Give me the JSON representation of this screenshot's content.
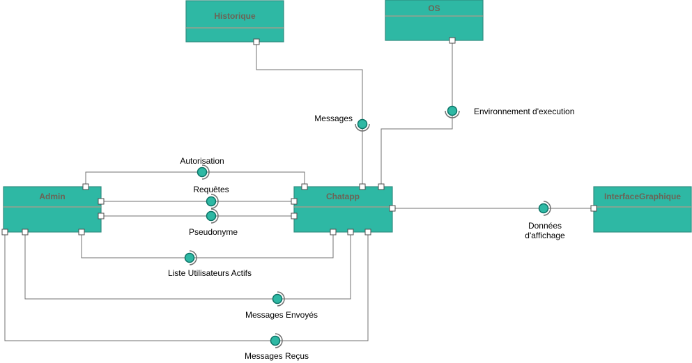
{
  "diagram": {
    "components": {
      "historique": {
        "label": "Historique"
      },
      "os": {
        "label": "OS"
      },
      "admin": {
        "label": "Admin"
      },
      "chatapp": {
        "label": "Chatapp"
      },
      "interface_graphique": {
        "label": "InterfaceGraphique"
      }
    },
    "interfaces": {
      "messages": {
        "label": "Messages"
      },
      "environnement_execution": {
        "label": "Environnement d'execution"
      },
      "autorisation": {
        "label": "Autorisation"
      },
      "requetes": {
        "label": "Requêtes"
      },
      "pseudonyme": {
        "label": "Pseudonyme"
      },
      "liste_utilisateurs_actifs": {
        "label": "Liste Utilisateurs Actifs"
      },
      "messages_envoyes": {
        "label": "Messages Envoyés"
      },
      "messages_recus": {
        "label": "Messages Reçus"
      },
      "donnees_affichage": {
        "label_line1": "Données",
        "label_line2": "d'affichage"
      }
    },
    "colors": {
      "component_fill": "#2eb8a4",
      "component_border": "#2f8d80",
      "component_divider": "#cf9484",
      "component_title": "#6b6456",
      "port_border": "#4d4d4d",
      "connector_line": "#707070",
      "ball_fill": "#2eb8a4",
      "ball_border": "#0c7265",
      "socket_stroke": "#707070",
      "label_color": "#000000"
    }
  }
}
